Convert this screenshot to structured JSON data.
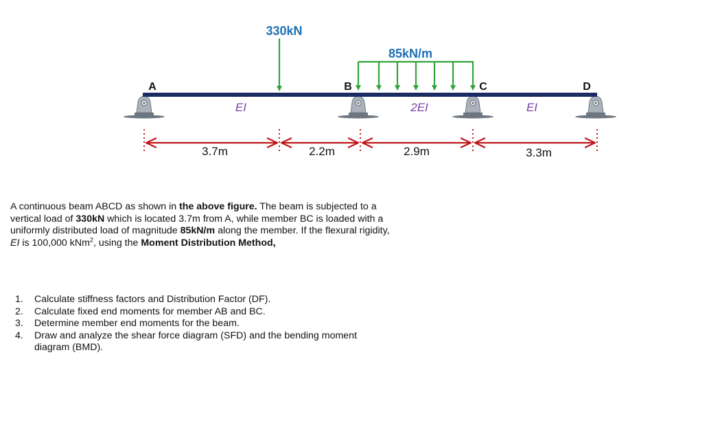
{
  "figure": {
    "point_load": "330kN",
    "udl": "85kN/m",
    "nodes": {
      "a": "A",
      "b": "B",
      "c": "C",
      "d": "D"
    },
    "rigidity": {
      "ab": "EI",
      "bc": "2EI",
      "cd": "EI"
    },
    "dimensions": {
      "d1": "3.7m",
      "d2": "2.2m",
      "d3": "2.9m",
      "d4": "3.3m"
    },
    "colors": {
      "beam": "#1b2c63",
      "load": "#31a33a",
      "dimension": "#c0161b",
      "load_label": "#1f6fb6",
      "rigidity_label": "#7a3ea6",
      "support": "#9aa4ad"
    }
  },
  "problem": {
    "p1": "A continuous beam ABCD as shown in ",
    "b1": "the above figure.",
    "p2": " The beam is subjected to a vertical load of ",
    "b2": "330kN",
    "p3": " which is located 3.7m from A, while member BC is loaded with a uniformly distributed load  of magnitude ",
    "b3": "85kN/m",
    "p4": " along the member. If the flexural rigidity, ",
    "ei": "EI",
    "p5": " is 100,000 kNm",
    "sup": "2",
    "p6": ", using the ",
    "b4": "Moment Distribution Method,"
  },
  "tasks": [
    {
      "num": "1.",
      "text": "Calculate stiffness factors and Distribution Factor (DF)."
    },
    {
      "num": "2.",
      "text": "Calculate fixed end moments for member AB and BC."
    },
    {
      "num": "3.",
      "text": "Determine member end moments for the beam."
    },
    {
      "num": "4.",
      "text": "Draw and analyze the shear force diagram (SFD) and the bending moment diagram (BMD)."
    }
  ]
}
